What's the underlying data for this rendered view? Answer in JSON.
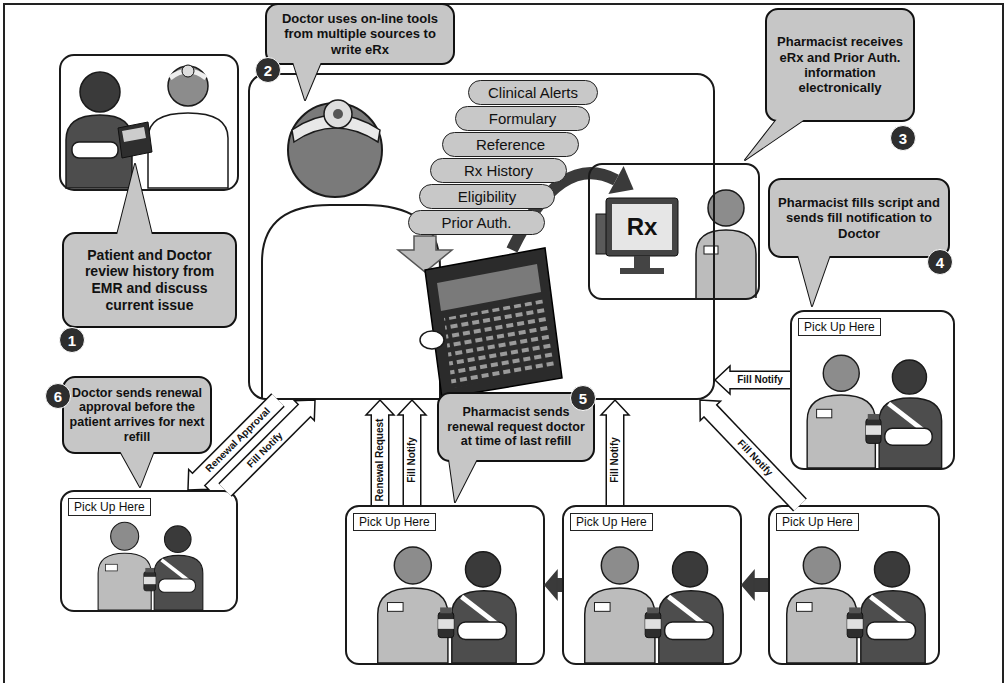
{
  "diagram": {
    "nodes": [
      {
        "text": [
          "Patient and Doctor review history from EMR and discuss current issue"
        ]
      },
      {
        "text": [
          "Doctor uses on-line tools from multiple sources to write eRx"
        ]
      },
      {
        "text": [
          "Clinical Alerts"
        ],
        "in": 1
      },
      {
        "text": [
          "Formulary"
        ],
        "in": 1
      },
      {
        "text": [
          "Reference"
        ],
        "in": 1
      },
      {
        "text": [
          "Rx History"
        ],
        "in": 1
      },
      {
        "text": [
          "Eligibility"
        ],
        "in": 1
      },
      {
        "text": [
          "Prior Auth."
        ],
        "in": 1
      },
      {
        "text": [
          "Rx"
        ]
      },
      {
        "text": [
          "Pharmacist receives eRx and Prior Auth. information electronically"
        ]
      },
      {
        "text": [
          "Pharmacist fills script and sends fill notification to Doctor"
        ]
      },
      {
        "text": [
          "Pick Up Here"
        ]
      },
      {
        "text": [
          "Doctor sends renewal approval before the patient arrives for next refill"
        ]
      },
      {
        "text": [
          "Pharmacist sends renewal request doctor at time of last refill"
        ]
      },
      {
        "text": [
          "Pick Up Here"
        ]
      },
      {
        "text": [
          "Pick Up Here"
        ]
      },
      {
        "text": [
          "Pick Up Here"
        ]
      },
      {
        "text": [
          "Pick Up Here"
        ]
      }
    ],
    "edges": [
      {
        "from": 11,
        "to": 1,
        "label": "Fill Notify",
        "arrow": "to"
      },
      {
        "from": 1,
        "to": 14,
        "label": "Renewal Approval",
        "arrow": "to"
      },
      {
        "from": 14,
        "to": 1,
        "label": "Fill Notify",
        "arrow": "to"
      },
      {
        "from": 15,
        "to": 1,
        "label": "Renewal Request",
        "arrow": "to"
      },
      {
        "from": 15,
        "to": 1,
        "label": "Fill Notify",
        "arrow": "to"
      },
      {
        "from": 16,
        "to": 1,
        "label": "Fill Notify",
        "arrow": "to"
      },
      {
        "from": 17,
        "to": 1,
        "label": "Fill Notify",
        "arrow": "to"
      },
      {
        "from": 17,
        "to": 16,
        "arrow": "to"
      },
      {
        "from": 16,
        "to": 15,
        "arrow": "to"
      }
    ],
    "labels": [
      "1",
      "2",
      "3",
      "4",
      "5",
      "6"
    ]
  }
}
